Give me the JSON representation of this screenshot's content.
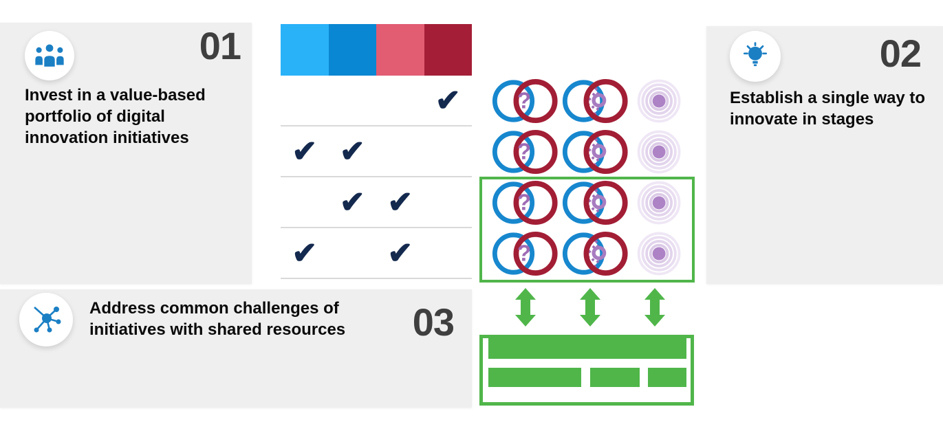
{
  "panel_01": {
    "number": "01",
    "title": "Invest in a value-based\nportfolio of digital\ninnovation initiatives",
    "icon": "people-icon"
  },
  "panel_02": {
    "number": "02",
    "title": "Establish a single way to\ninnovate in stages",
    "icon": "lightbulb-icon"
  },
  "panel_03": {
    "number": "03",
    "title": "Address common challenges of\ninitiatives with shared resources",
    "icon": "network-icon"
  },
  "portfolio_table": {
    "legend_colors": [
      "#2AB2F8",
      "#0A87D2",
      "#E25C72",
      "#A51E37"
    ],
    "check_glyph": "✔",
    "rows": [
      [
        "",
        "",
        "",
        "✔"
      ],
      [
        "✔",
        "✔",
        "",
        ""
      ],
      [
        "",
        "✔",
        "✔",
        ""
      ],
      [
        "✔",
        "",
        "✔",
        ""
      ]
    ]
  },
  "stage_flow": {
    "question_glyph": "?",
    "row_count": 4,
    "stages_per_row": [
      "question-overlap-circles",
      "ideation-overlap-circles",
      "ripple-target"
    ],
    "highlighted_rows": [
      3,
      4
    ],
    "highlight_color": "#50B64A"
  },
  "shared_resources": {
    "arrow_count": 3,
    "color": "#50B64A",
    "bar_layout": [
      "full-width",
      "wide",
      "medium",
      "small"
    ]
  },
  "colors": {
    "panel_bg": "#EFEFEF",
    "accent_blue": "#1B7FC4",
    "number_gray": "#3F3F3F",
    "check_navy": "#14294E",
    "divider_gray": "#D9D9D9",
    "circle_blue": "#1787CE",
    "circle_red": "#A21E35",
    "purple": "#9E6BB5",
    "purple_light": "#E2D4EC",
    "green": "#50B64A"
  }
}
